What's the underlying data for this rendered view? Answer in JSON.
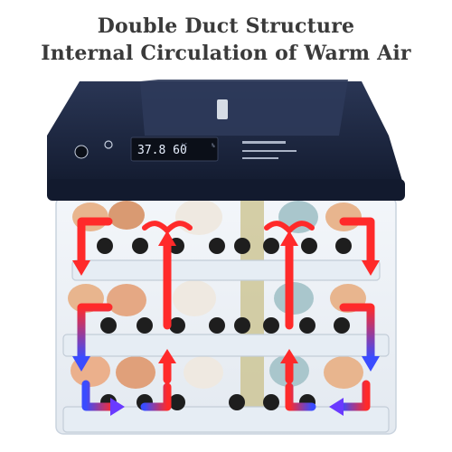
{
  "headline": {
    "line1": "Double Duct Structure",
    "line2": "Internal Circulation of Warm Air"
  },
  "display": {
    "readout": "37.8 60",
    "unit_c": "°C",
    "unit_pct": "%"
  },
  "colors": {
    "lid": "#1f2a44",
    "lid_dark": "#141c30",
    "warm_arrow": "#ff2a2a",
    "cool_arrow": "#3a4cff",
    "egg_brown": "#e8b58e",
    "egg_white": "#efe9e1",
    "egg_blue": "#a9c6cc",
    "roller": "#1e1e1e",
    "tray": "#e6edf4"
  },
  "icons": [
    "power-icon",
    "warm-air-arrow",
    "cool-air-arrow",
    "egg-roller"
  ]
}
